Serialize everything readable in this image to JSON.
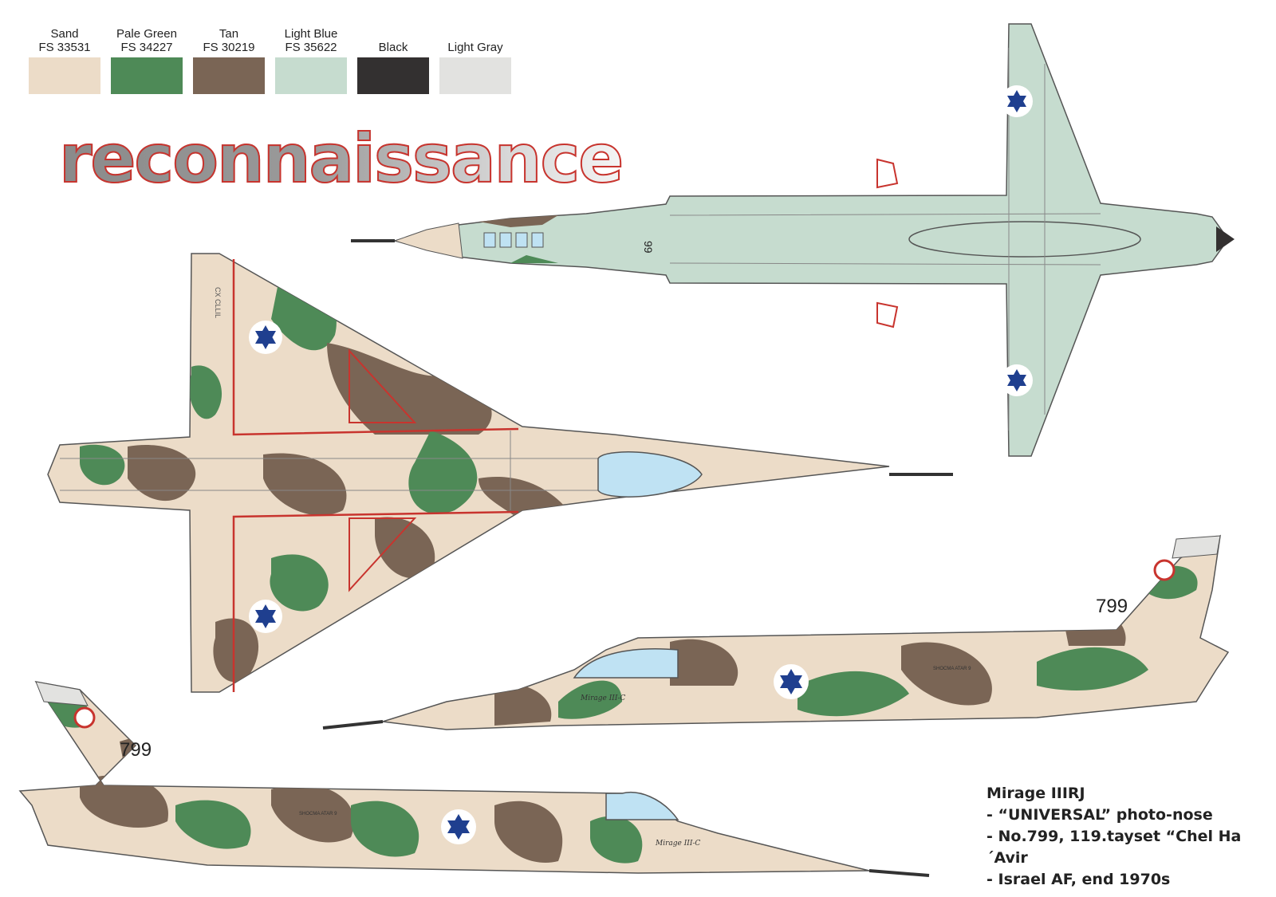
{
  "palette": [
    {
      "name": "Sand",
      "code": "FS 33531",
      "color": "#ecdcc8"
    },
    {
      "name": "Pale Green",
      "code": "FS 34227",
      "color": "#4e8a57"
    },
    {
      "name": "Tan",
      "code": "FS 30219",
      "color": "#7a6555"
    },
    {
      "name": "Light Blue",
      "code": "FS 35622",
      "color": "#c6dccf"
    },
    {
      "name": "Black",
      "code": "",
      "color": "#333030"
    },
    {
      "name": "Light Gray",
      "code": "",
      "color": "#e2e2e0"
    }
  ],
  "title": "reconnaissance",
  "aircraft": {
    "serial": "799",
    "underside_code": "99",
    "nose_text": "Mirage III-C",
    "fuselage_text": "SHOCMA ATAR 9",
    "wing_walk_text": "CX CLLIL"
  },
  "caption": {
    "line1": "Mirage IIIRJ",
    "line2": "- “UNIVERSAL” photo-nose",
    "line3": "- No.799, 119.tayset “Chel Ha´Avir",
    "line4": "- Israel AF, end 1970s"
  },
  "colors": {
    "accent_red": "#c8342e",
    "insignia_blue": "#1f3f8f",
    "canopy_blue": "#bfe2f3",
    "outline": "#555555"
  }
}
